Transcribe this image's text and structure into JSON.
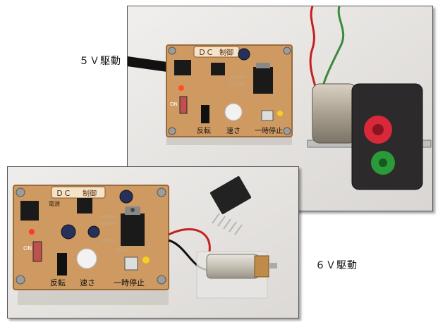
{
  "captions": {
    "top": "５Ｖ駆動",
    "bottom": "６Ｖ駆動"
  },
  "board_labels": {
    "title": "ＤＣ",
    "title_tail": "制御",
    "on": "ON",
    "reverse": "反転",
    "speed": "速さ",
    "pause": "一時停止",
    "power": "電源"
  },
  "colors": {
    "pcb": "#cf9a62",
    "pcb_edge": "#9a6a38",
    "chip": "#1a1a1a",
    "motor_metal": "#b8b0a4",
    "gear_red": "#d8283a",
    "gear_green": "#2a9a3a"
  }
}
